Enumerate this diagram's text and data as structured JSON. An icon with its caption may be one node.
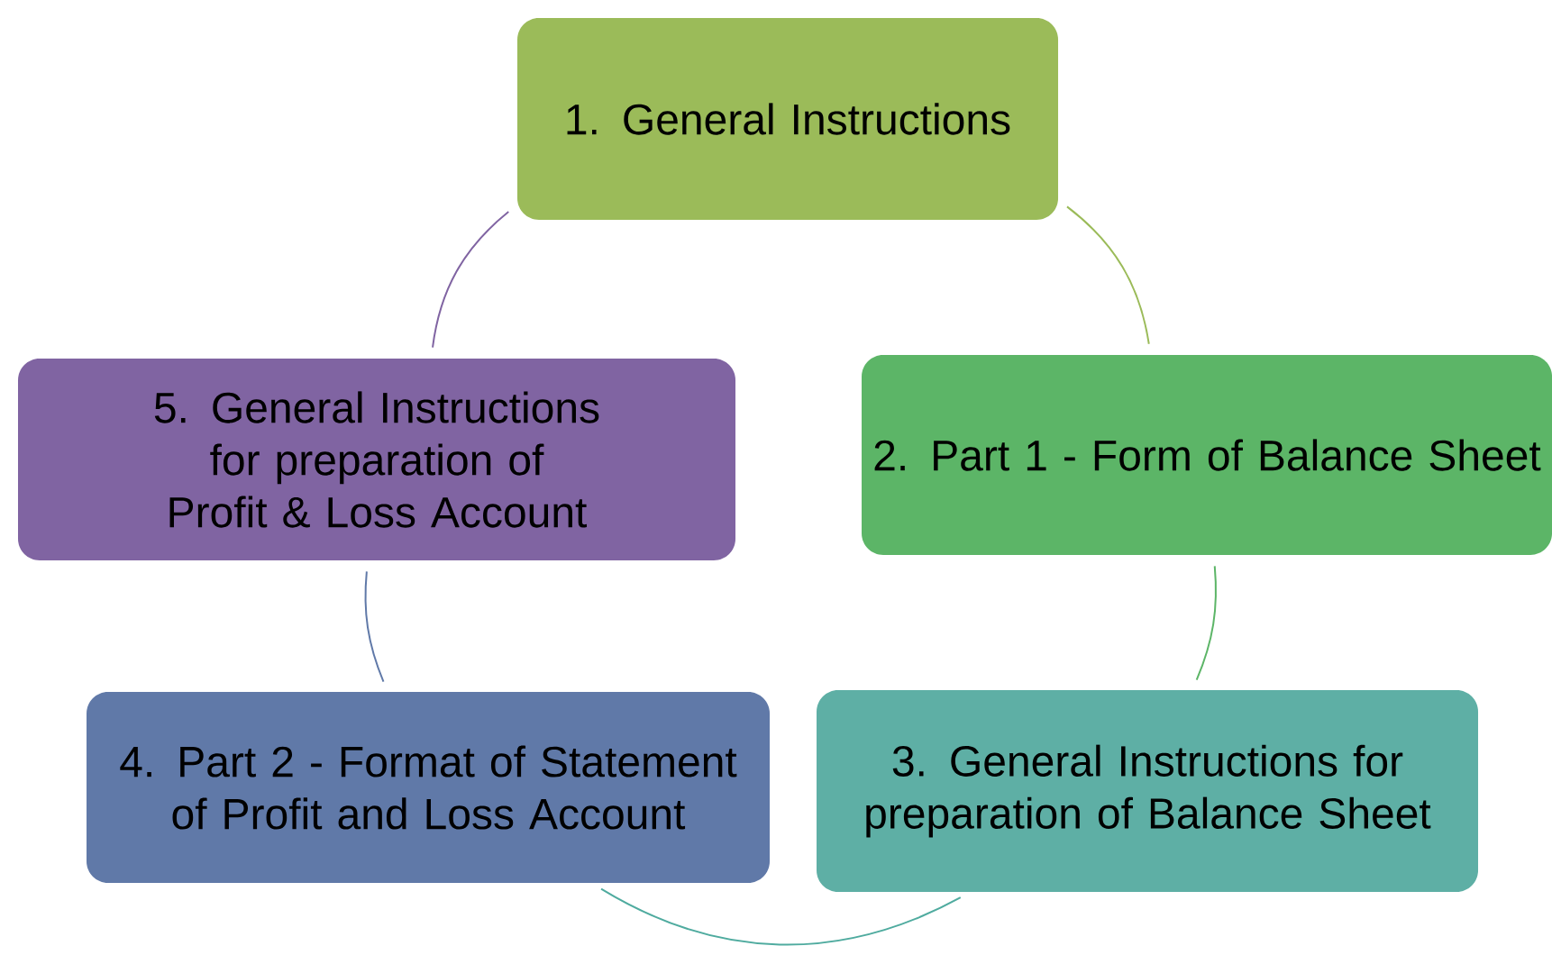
{
  "diagram": {
    "nodes": [
      {
        "text": [
          "1. General Instructions"
        ]
      },
      {
        "text": [
          "2. Part 1 - Form of Balance Sheet"
        ]
      },
      {
        "text": [
          "3. General Instructions for preparation of Balance Sheet"
        ]
      },
      {
        "text": [
          "4. Part 2 - Format of Statement of Profit and Loss Account"
        ]
      },
      {
        "text": [
          "5. General Instructions for preparation of Profit & Loss Account"
        ]
      }
    ],
    "edges": [
      {
        "from": 0,
        "to": 1,
        "arrow": "none",
        "color": "#9bbb59"
      },
      {
        "from": 1,
        "to": 2,
        "arrow": "none",
        "color": "#5cb567"
      },
      {
        "from": 2,
        "to": 3,
        "arrow": "none",
        "color": "#4fab9f"
      },
      {
        "from": 3,
        "to": 4,
        "arrow": "none",
        "color": "#6079a8"
      },
      {
        "from": 4,
        "to": 0,
        "arrow": "none",
        "color": "#8064a2"
      }
    ]
  }
}
